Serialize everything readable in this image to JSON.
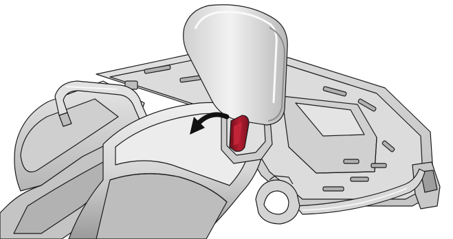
{
  "colors": {
    "background": "#ffffff",
    "outline": "#1a1a1a",
    "surface_light": "#e9e9e9",
    "surface_mid": "#d2d2d2",
    "surface_dark": "#a9a9a9",
    "surface_shadow": "#7d7d7d",
    "highlight": "#f7f7f7",
    "latch_red": "#a4192b",
    "latch_red_dark": "#6b0f1a",
    "arrow": "#111111"
  },
  "parts": [
    {
      "name": "backrest",
      "icon": "backrest-icon"
    },
    {
      "name": "backrest-latch",
      "icon": "latch-icon"
    },
    {
      "name": "release-arrow",
      "icon": "curved-arrow-icon"
    },
    {
      "name": "rear-cargo-rack",
      "icon": "cargo-rack-icon"
    },
    {
      "name": "passenger-seat",
      "icon": "seat-icon"
    },
    {
      "name": "left-grab-handle",
      "icon": "grab-handle-icon"
    },
    {
      "name": "right-grab-handle",
      "icon": "grab-handle-icon"
    },
    {
      "name": "left-fender",
      "icon": "fender-icon"
    },
    {
      "name": "rear-bumper-tube",
      "icon": "bumper-icon"
    }
  ]
}
